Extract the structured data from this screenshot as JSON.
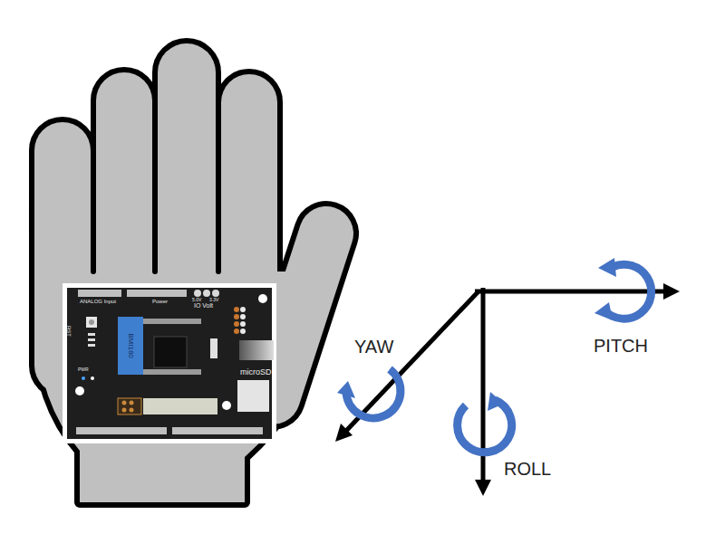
{
  "diagram": {
    "labels": [
      "ANALOG Input",
      "Power",
      "IO Volt",
      "5.0V",
      "3.3V",
      "RST",
      "BMI160",
      "PWR",
      "microSD",
      "YAW",
      "PITCH",
      "ROLL"
    ]
  }
}
